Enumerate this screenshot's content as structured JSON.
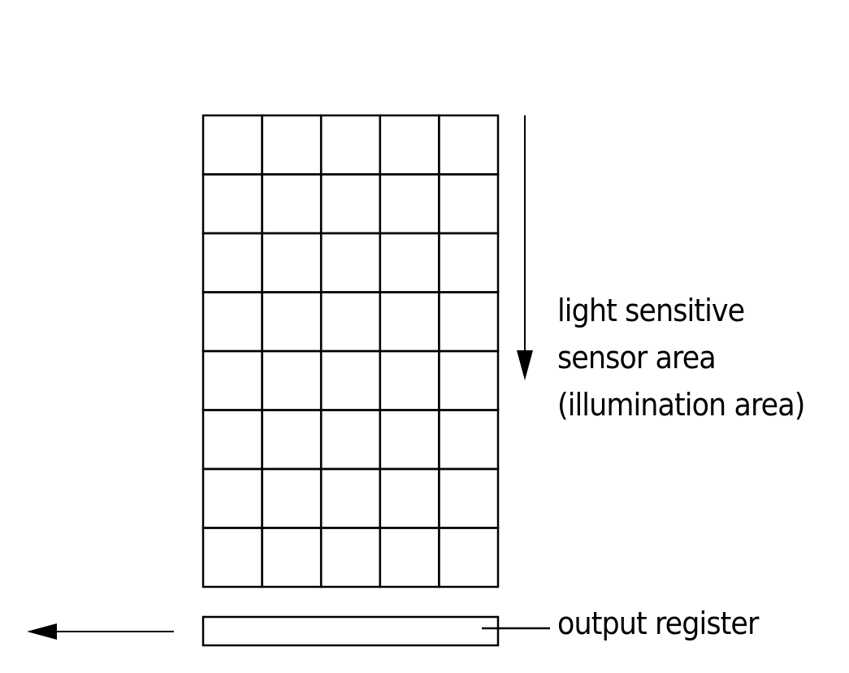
{
  "diagram": {
    "sensor_grid": {
      "rows": 8,
      "columns": 5
    },
    "labels": {
      "sensor_area": [
        "light sensitive",
        "sensor area",
        "(illumination area)"
      ],
      "output_register": "output register"
    },
    "colors": {
      "stroke": "#000000",
      "background": "#ffffff"
    },
    "arrows": [
      {
        "name": "charge-shift-down-arrow",
        "direction": "down"
      },
      {
        "name": "readout-left-arrow",
        "direction": "left"
      }
    ]
  }
}
